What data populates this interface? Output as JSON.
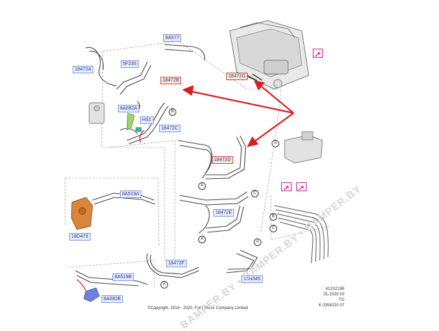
{
  "labels": {
    "l_8A577": "8A577",
    "l_18472A": "18472A",
    "l_5F235": "5F235",
    "l_18472B": "18472B",
    "l_8A082A": "8A082A",
    "l_HS1": "HS1",
    "l_18472C": "18472C",
    "l_18472G": "18472G",
    "l_18472D": "18472D",
    "l_8A519A": "8A519A",
    "l_18D473": "18D473",
    "l_18472E": "18472E",
    "l_8A519B": "8A519B",
    "l_8A082B": "8A082B",
    "l_18472F": "18472F",
    "l_18N345": "18N345"
  },
  "markers": {
    "m_A1": "A",
    "m_A2": "A",
    "m_A3": "A",
    "m_A4": "A",
    "m_A5": "A",
    "m_B1": "B",
    "m_B2": "B",
    "m_C1": "C",
    "m_C2": "C"
  },
  "meta": {
    "code1": "4120215B",
    "code2": "01-2020 03",
    "code3": "TG",
    "code4": "K 0354220 07"
  },
  "copyright": "©Copyright, 2016 - 2020, Ford Motor Company Limited",
  "watermark": "BAMPER.BY • BAMPER.BY • BAMPER.BY",
  "colors": {
    "label_text": "#1f2f8f",
    "highlight": "#d24a2a",
    "arrow": "#d81e1e",
    "icon": "#d0208a"
  }
}
